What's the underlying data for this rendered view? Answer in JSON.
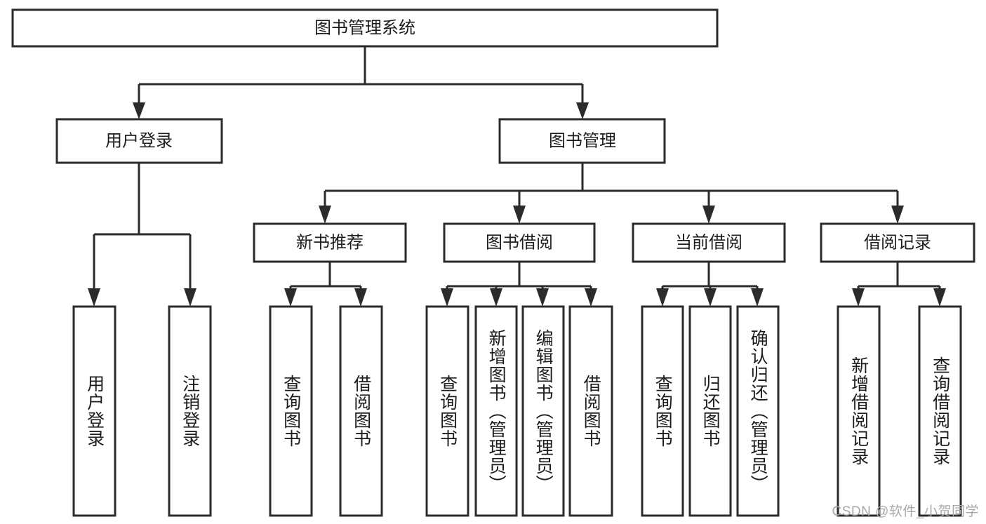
{
  "diagram": {
    "type": "tree-hierarchy",
    "title": "图书管理系统",
    "root": {
      "id": "root",
      "label": "图书管理系统",
      "orientation": "horizontal"
    },
    "level2": [
      {
        "id": "user-login",
        "label": "用户登录",
        "orientation": "horizontal"
      },
      {
        "id": "book-management",
        "label": "图书管理",
        "orientation": "horizontal"
      }
    ],
    "level3": [
      {
        "id": "new-book-recommend",
        "label": "新书推荐",
        "orientation": "horizontal",
        "parent": "book-management"
      },
      {
        "id": "book-borrow",
        "label": "图书借阅",
        "orientation": "horizontal",
        "parent": "book-management"
      },
      {
        "id": "current-borrow",
        "label": "当前借阅",
        "orientation": "horizontal",
        "parent": "book-management"
      },
      {
        "id": "borrow-record",
        "label": "借阅记录",
        "orientation": "horizontal",
        "parent": "book-management"
      }
    ],
    "leaves": [
      {
        "id": "leaf-user-login",
        "label": "用户登录",
        "orientation": "vertical",
        "parent": "user-login"
      },
      {
        "id": "leaf-logout-login",
        "label": "注销登录",
        "orientation": "vertical",
        "parent": "user-login"
      },
      {
        "id": "leaf-query-book-1",
        "label": "查询图书",
        "orientation": "vertical",
        "parent": "new-book-recommend"
      },
      {
        "id": "leaf-borrow-book-1",
        "label": "借阅图书",
        "orientation": "vertical",
        "parent": "new-book-recommend"
      },
      {
        "id": "leaf-query-book-2",
        "label": "查询图书",
        "orientation": "vertical",
        "parent": "book-borrow"
      },
      {
        "id": "leaf-add-book",
        "label": "新增图书（管理员）",
        "orientation": "vertical",
        "parent": "book-borrow"
      },
      {
        "id": "leaf-edit-book",
        "label": "编辑图书（管理员）",
        "orientation": "vertical",
        "parent": "book-borrow"
      },
      {
        "id": "leaf-borrow-book-2",
        "label": "借阅图书",
        "orientation": "vertical",
        "parent": "book-borrow"
      },
      {
        "id": "leaf-query-book-3",
        "label": "查询图书",
        "orientation": "vertical",
        "parent": "current-borrow"
      },
      {
        "id": "leaf-return-book",
        "label": "归还图书",
        "orientation": "vertical",
        "parent": "current-borrow"
      },
      {
        "id": "leaf-confirm-return",
        "label": "确认归还（管理员）",
        "orientation": "vertical",
        "parent": "current-borrow"
      },
      {
        "id": "leaf-add-record",
        "label": "新增借阅记录",
        "orientation": "vertical",
        "parent": "borrow-record"
      },
      {
        "id": "leaf-query-record",
        "label": "查询借阅记录",
        "orientation": "vertical",
        "parent": "borrow-record"
      }
    ],
    "colors": {
      "background": "#ffffff",
      "box_fill": "#ffffff",
      "box_stroke": "#2b2b2b",
      "connector": "#2b2b2b",
      "text": "#1c1c1c",
      "watermark": "#a9a9a9"
    }
  },
  "watermark": {
    "text": "CSDN @软件_小贺同学"
  }
}
